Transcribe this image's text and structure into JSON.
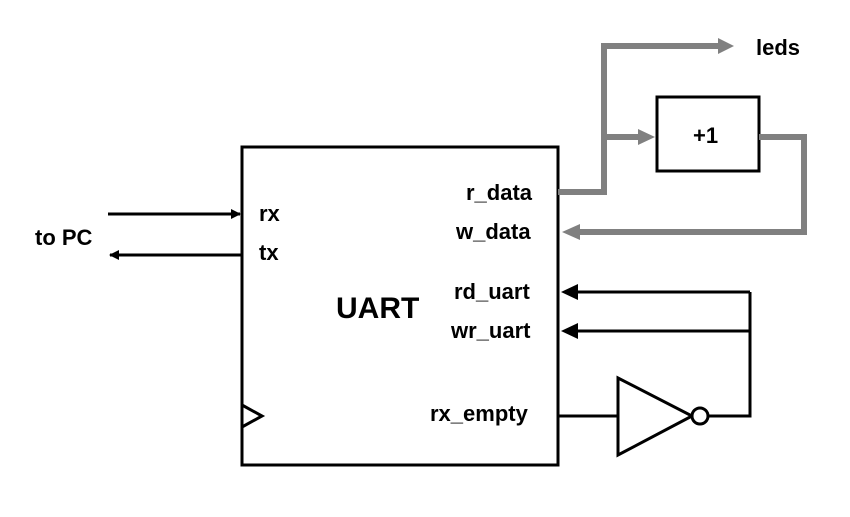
{
  "uart_block": {
    "title": "UART"
  },
  "ports_left": {
    "rx": "rx",
    "tx": "tx"
  },
  "ports_right": {
    "r_data": "r_data",
    "w_data": "w_data",
    "rd_uart": "rd_uart",
    "wr_uart": "wr_uart",
    "rx_empty": "rx_empty"
  },
  "external": {
    "to_pc": "to PC",
    "leds": "leds"
  },
  "incrementer": {
    "label": "+1"
  },
  "colors": {
    "signal_wire": "#000000",
    "data_bus": "#808080",
    "background": "#ffffff"
  }
}
